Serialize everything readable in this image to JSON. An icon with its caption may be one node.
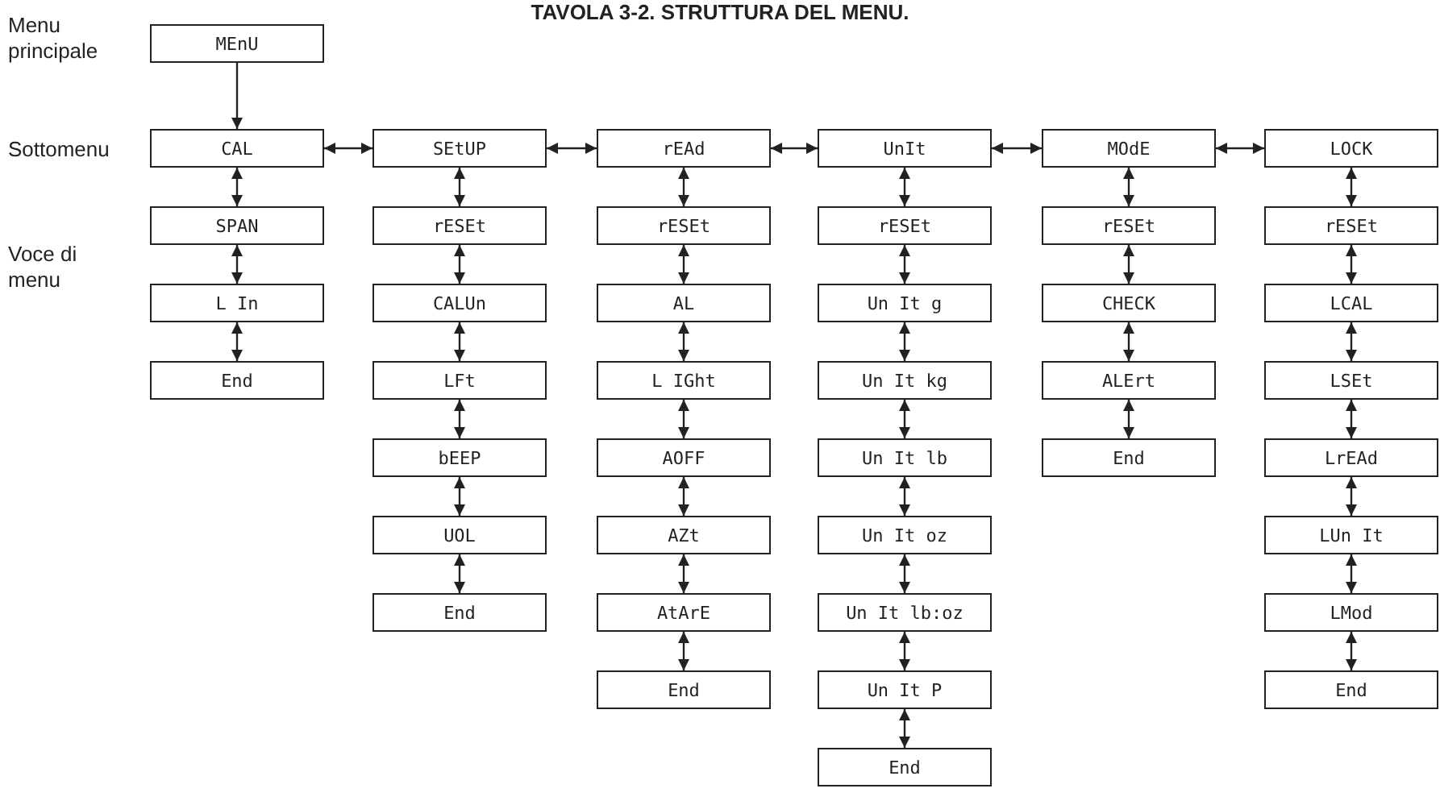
{
  "diagram": {
    "title": "TAVOLA 3-2. STRUTTURA DEL MENU.",
    "nodes": [
      {
        "text": [
          "MEnU"
        ]
      },
      {
        "text": [
          "CAL"
        ]
      },
      {
        "text": [
          "SEtUP"
        ]
      },
      {
        "text": [
          "rEAd"
        ]
      },
      {
        "text": [
          "UnIt"
        ]
      },
      {
        "text": [
          "MOdE"
        ]
      },
      {
        "text": [
          "LOCK"
        ]
      },
      {
        "text": [
          "SPAN"
        ]
      },
      {
        "text": [
          "L In"
        ]
      },
      {
        "text": [
          "End"
        ]
      },
      {
        "text": [
          "rESEt"
        ]
      },
      {
        "text": [
          "CALUn"
        ]
      },
      {
        "text": [
          "LFt"
        ]
      },
      {
        "text": [
          "bEEP"
        ]
      },
      {
        "text": [
          "UOL"
        ]
      },
      {
        "text": [
          "End"
        ]
      },
      {
        "text": [
          "rESEt"
        ]
      },
      {
        "text": [
          "AL"
        ]
      },
      {
        "text": [
          "L IGht"
        ]
      },
      {
        "text": [
          "AOFF"
        ]
      },
      {
        "text": [
          "AZt"
        ]
      },
      {
        "text": [
          "AtArE"
        ]
      },
      {
        "text": [
          "End"
        ]
      },
      {
        "text": [
          "rESEt"
        ]
      },
      {
        "text": [
          "Un It g"
        ]
      },
      {
        "text": [
          "Un It kg"
        ]
      },
      {
        "text": [
          "Un It lb"
        ]
      },
      {
        "text": [
          "Un It oz"
        ]
      },
      {
        "text": [
          "Un It lb:oz"
        ]
      },
      {
        "text": [
          "Un It P"
        ]
      },
      {
        "text": [
          "End"
        ]
      },
      {
        "text": [
          "rESEt"
        ]
      },
      {
        "text": [
          "CHECK"
        ]
      },
      {
        "text": [
          "ALErt"
        ]
      },
      {
        "text": [
          "End"
        ]
      },
      {
        "text": [
          "rESEt"
        ]
      },
      {
        "text": [
          "LCAL"
        ]
      },
      {
        "text": [
          "LSEt"
        ]
      },
      {
        "text": [
          "LrEAd"
        ]
      },
      {
        "text": [
          "LUn It"
        ]
      },
      {
        "text": [
          "LMod"
        ]
      },
      {
        "text": [
          "End"
        ]
      }
    ],
    "edges": [
      {
        "from": 0,
        "to": 1,
        "arrow": "to"
      },
      {
        "from": 1,
        "to": 2,
        "arrow": "both"
      },
      {
        "from": 2,
        "to": 3,
        "arrow": "both"
      },
      {
        "from": 3,
        "to": 4,
        "arrow": "both"
      },
      {
        "from": 4,
        "to": 5,
        "arrow": "both"
      },
      {
        "from": 5,
        "to": 6,
        "arrow": "both"
      },
      {
        "from": 1,
        "to": 7,
        "arrow": "both"
      },
      {
        "from": 7,
        "to": 8,
        "arrow": "both"
      },
      {
        "from": 8,
        "to": 9,
        "arrow": "both"
      },
      {
        "from": 2,
        "to": 10,
        "arrow": "both"
      },
      {
        "from": 10,
        "to": 11,
        "arrow": "both"
      },
      {
        "from": 11,
        "to": 12,
        "arrow": "both"
      },
      {
        "from": 12,
        "to": 13,
        "arrow": "both"
      },
      {
        "from": 13,
        "to": 14,
        "arrow": "both"
      },
      {
        "from": 14,
        "to": 15,
        "arrow": "both"
      },
      {
        "from": 3,
        "to": 16,
        "arrow": "both"
      },
      {
        "from": 16,
        "to": 17,
        "arrow": "both"
      },
      {
        "from": 17,
        "to": 18,
        "arrow": "both"
      },
      {
        "from": 18,
        "to": 19,
        "arrow": "both"
      },
      {
        "from": 19,
        "to": 20,
        "arrow": "both"
      },
      {
        "from": 20,
        "to": 21,
        "arrow": "both"
      },
      {
        "from": 21,
        "to": 22,
        "arrow": "both"
      },
      {
        "from": 4,
        "to": 23,
        "arrow": "both"
      },
      {
        "from": 23,
        "to": 24,
        "arrow": "both"
      },
      {
        "from": 24,
        "to": 25,
        "arrow": "both"
      },
      {
        "from": 25,
        "to": 26,
        "arrow": "both"
      },
      {
        "from": 26,
        "to": 27,
        "arrow": "both"
      },
      {
        "from": 27,
        "to": 28,
        "arrow": "both"
      },
      {
        "from": 28,
        "to": 29,
        "arrow": "both"
      },
      {
        "from": 29,
        "to": 30,
        "arrow": "both"
      },
      {
        "from": 5,
        "to": 31,
        "arrow": "both"
      },
      {
        "from": 31,
        "to": 32,
        "arrow": "both"
      },
      {
        "from": 32,
        "to": 33,
        "arrow": "both"
      },
      {
        "from": 33,
        "to": 34,
        "arrow": "both"
      },
      {
        "from": 6,
        "to": 35,
        "arrow": "both"
      },
      {
        "from": 35,
        "to": 36,
        "arrow": "both"
      },
      {
        "from": 36,
        "to": 37,
        "arrow": "both"
      },
      {
        "from": 37,
        "to": 38,
        "arrow": "both"
      },
      {
        "from": 38,
        "to": 39,
        "arrow": "both"
      },
      {
        "from": 39,
        "to": 40,
        "arrow": "both"
      },
      {
        "from": 40,
        "to": 41,
        "arrow": "both"
      }
    ],
    "labels": [
      "Menu principale",
      "Sottomenu",
      "Voce di menu"
    ]
  }
}
